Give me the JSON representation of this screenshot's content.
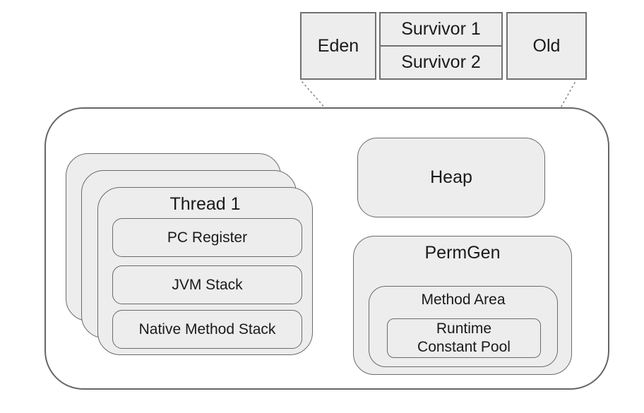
{
  "young_gen": {
    "eden_label": "Eden",
    "survivor1_label": "Survivor 1",
    "survivor2_label": "Survivor 2",
    "old_label": "Old"
  },
  "heap": {
    "label": "Heap"
  },
  "thread_stack": {
    "stacked_cards": 3,
    "title": "Thread 1",
    "items": [
      {
        "label": "PC Register"
      },
      {
        "label": "JVM Stack"
      },
      {
        "label": "Native Method Stack"
      }
    ]
  },
  "permgen": {
    "title": "PermGen",
    "method_area": {
      "title": "Method Area",
      "runtime_constant_pool": {
        "label": "Runtime Constant Pool",
        "lines": [
          "Runtime",
          "Constant Pool"
        ]
      }
    }
  },
  "colors": {
    "background": "#ffffff",
    "box_fill": "#ededed",
    "box_border": "#6b6b6b",
    "rect_border": "#707070",
    "container_border": "#666666",
    "connector": "#8c8c8c",
    "text": "#1a1a1a"
  }
}
